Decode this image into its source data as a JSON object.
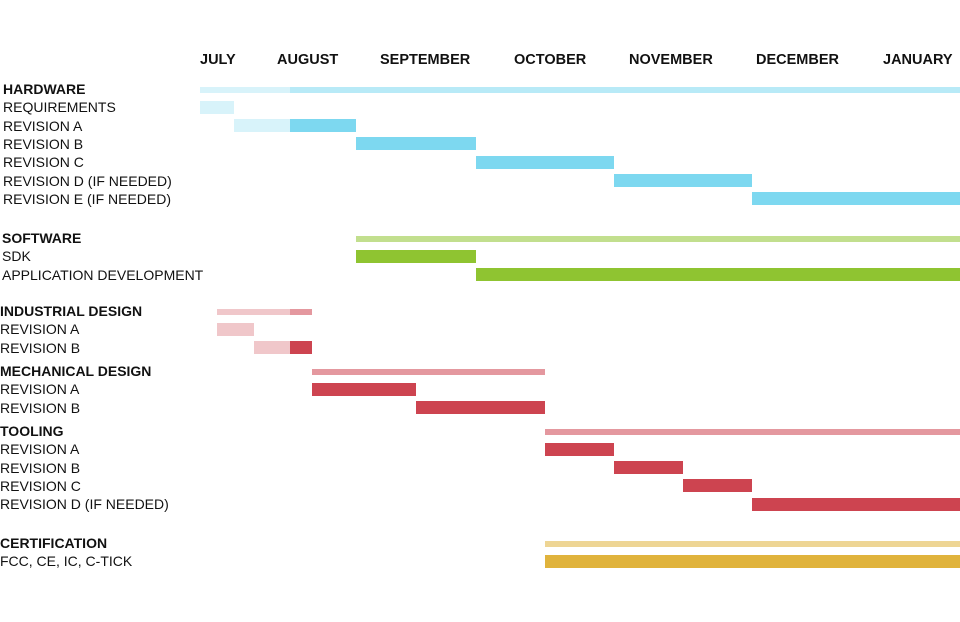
{
  "chart_data": {
    "type": "gantt",
    "months": [
      "JULY",
      "AUGUST",
      "SEPTEMBER",
      "OCTOBER",
      "NOVEMBER",
      "DECEMBER",
      "JANUARY"
    ],
    "x_unit": "months from start of JULY",
    "xlim": [
      0,
      7
    ],
    "groups": [
      {
        "name": "HARDWARE",
        "color": "#7dd8f0",
        "summary": [
          {
            "start": 0.0,
            "end": 1.25,
            "shade": "pale"
          },
          {
            "start": 1.25,
            "end": 7.0,
            "shade": "light"
          }
        ],
        "tasks": [
          {
            "name": "REQUIREMENTS",
            "segments": [
              {
                "start": 0.0,
                "end": 0.5,
                "shade": "pale"
              }
            ]
          },
          {
            "name": "REVISION A",
            "segments": [
              {
                "start": 0.5,
                "end": 1.25,
                "shade": "pale"
              },
              {
                "start": 1.25,
                "end": 2.0,
                "shade": "full"
              }
            ]
          },
          {
            "name": "REVISION B",
            "segments": [
              {
                "start": 2.0,
                "end": 3.0,
                "shade": "full"
              }
            ]
          },
          {
            "name": "REVISION C",
            "segments": [
              {
                "start": 3.0,
                "end": 4.0,
                "shade": "full"
              }
            ]
          },
          {
            "name": "REVISION D (IF NEEDED)",
            "segments": [
              {
                "start": 4.0,
                "end": 5.0,
                "shade": "full"
              }
            ]
          },
          {
            "name": "REVISION E (IF NEEDED)",
            "segments": [
              {
                "start": 5.0,
                "end": 7.0,
                "shade": "full"
              }
            ]
          }
        ]
      },
      {
        "name": "SOFTWARE",
        "color": "#8fc431",
        "summary": [
          {
            "start": 2.0,
            "end": 7.0,
            "shade": "light"
          }
        ],
        "tasks": [
          {
            "name": "SDK",
            "segments": [
              {
                "start": 2.0,
                "end": 3.0,
                "shade": "full"
              }
            ]
          },
          {
            "name": "APPLICATION DEVELOPMENT",
            "segments": [
              {
                "start": 3.0,
                "end": 7.0,
                "shade": "full"
              }
            ]
          }
        ]
      },
      {
        "name": "INDUSTRIAL DESIGN",
        "color": "#cd4450",
        "summary": [
          {
            "start": 0.25,
            "end": 1.25,
            "shade": "pale"
          },
          {
            "start": 1.25,
            "end": 1.5,
            "shade": "light"
          }
        ],
        "tasks": [
          {
            "name": "REVISION A",
            "segments": [
              {
                "start": 0.25,
                "end": 0.8,
                "shade": "pale"
              }
            ]
          },
          {
            "name": "REVISION B",
            "segments": [
              {
                "start": 0.8,
                "end": 1.25,
                "shade": "pale"
              },
              {
                "start": 1.25,
                "end": 1.5,
                "shade": "full"
              }
            ]
          }
        ]
      },
      {
        "name": "MECHANICAL DESIGN",
        "color": "#cd4450",
        "summary": [
          {
            "start": 1.5,
            "end": 3.5,
            "shade": "light"
          }
        ],
        "tasks": [
          {
            "name": "REVISION A",
            "segments": [
              {
                "start": 1.5,
                "end": 2.5,
                "shade": "full"
              }
            ]
          },
          {
            "name": "REVISION B",
            "segments": [
              {
                "start": 2.5,
                "end": 3.5,
                "shade": "full"
              }
            ]
          }
        ]
      },
      {
        "name": "TOOLING",
        "color": "#cd4450",
        "summary": [
          {
            "start": 3.5,
            "end": 7.0,
            "shade": "light"
          }
        ],
        "tasks": [
          {
            "name": "REVISION A",
            "segments": [
              {
                "start": 3.5,
                "end": 4.0,
                "shade": "full"
              }
            ]
          },
          {
            "name": "REVISION B",
            "segments": [
              {
                "start": 4.0,
                "end": 4.5,
                "shade": "full"
              }
            ]
          },
          {
            "name": "REVISION C",
            "segments": [
              {
                "start": 4.5,
                "end": 5.0,
                "shade": "full"
              }
            ]
          },
          {
            "name": "REVISION D (IF NEEDED)",
            "segments": [
              {
                "start": 5.0,
                "end": 7.0,
                "shade": "full"
              }
            ]
          }
        ]
      },
      {
        "name": "CERTIFICATION",
        "color": "#e0b33c",
        "summary": [
          {
            "start": 3.5,
            "end": 7.0,
            "shade": "light"
          }
        ],
        "tasks": [
          {
            "name": "FCC, CE, IC, C-TICK",
            "segments": [
              {
                "start": 3.5,
                "end": 7.0,
                "shade": "full"
              }
            ]
          }
        ]
      }
    ]
  }
}
